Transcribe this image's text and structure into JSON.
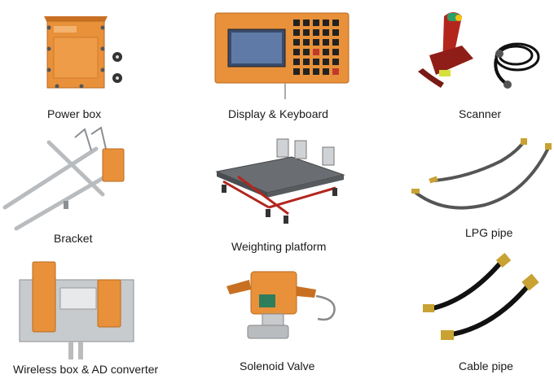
{
  "items": [
    {
      "label": "Power box"
    },
    {
      "label": "Display & Keyboard"
    },
    {
      "label": "Scanner"
    },
    {
      "label": "Bracket"
    },
    {
      "label": "Weighting platform"
    },
    {
      "label": "LPG pipe"
    },
    {
      "label": "Wireless box & AD converter"
    },
    {
      "label": "Solenoid Valve"
    },
    {
      "label": "Cable pipe"
    }
  ],
  "colors": {
    "orange": "#e8913a",
    "steel": "#b9bcbf",
    "dark": "#2a2a2a",
    "red": "#b3261e",
    "brass": "#c8a233"
  }
}
